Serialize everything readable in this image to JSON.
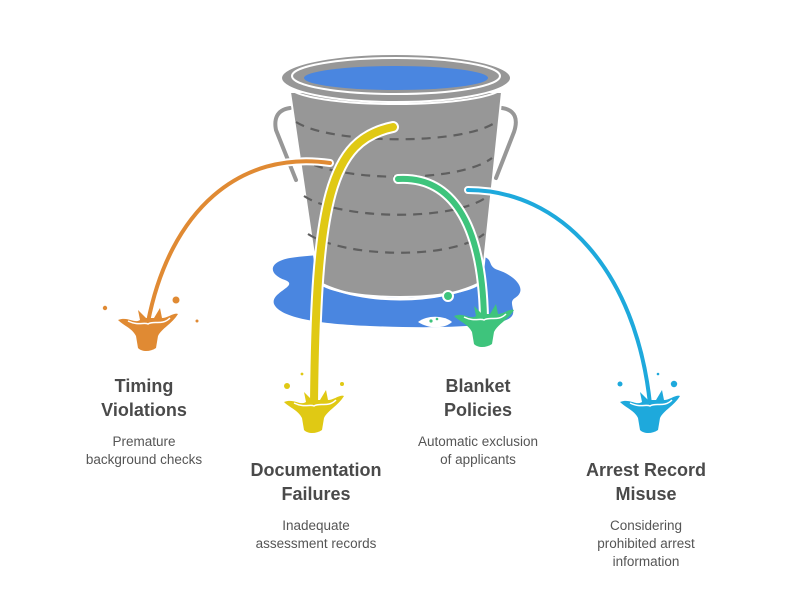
{
  "diagram": {
    "type": "leaky-bucket",
    "colors": {
      "bucket": "#979797",
      "bucket_dashes": "#5f5f5f",
      "water": "#4a86e0",
      "outline": "#ffffff",
      "text_title": "#4a4a4a",
      "text_desc": "#555555"
    },
    "leaks": [
      {
        "id": "timing",
        "title": "Timing\nViolations",
        "description": "Premature\nbackground checks",
        "color": "#e08a33"
      },
      {
        "id": "documentation",
        "title": "Documentation\nFailures",
        "description": "Inadequate\nassessment records",
        "color": "#e0c914"
      },
      {
        "id": "blanket",
        "title": "Blanket\nPolicies",
        "description": "Automatic exclusion\nof applicants",
        "color": "#3ec47c"
      },
      {
        "id": "arrest",
        "title": "Arrest Record\nMisuse",
        "description": "Considering\nprohibited arrest\ninformation",
        "color": "#1ea9dc"
      }
    ]
  }
}
